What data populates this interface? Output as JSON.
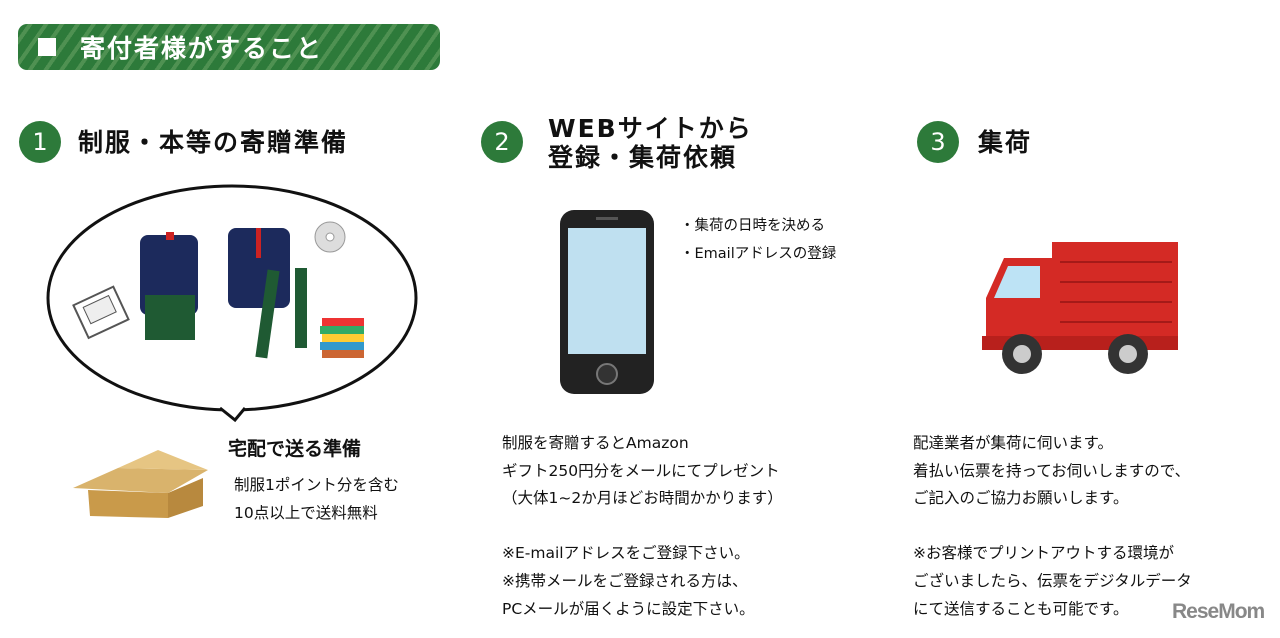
{
  "banner": {
    "title": "寄付者様がすること"
  },
  "steps": [
    {
      "number": "1",
      "title": "制服・本等の寄贈準備",
      "sub_title": "宅配で送る準備",
      "sub_lines": [
        "制服1ポイント分を含む",
        "10点以上で送料無料"
      ]
    },
    {
      "number": "2",
      "title_lines": [
        "WEBサイトから",
        "登録・集荷依頼"
      ],
      "bullets": [
        "・集荷の日時を決める",
        "・Emailアドレスの登録"
      ],
      "lines": [
        "制服を寄贈するとAmazon",
        "ギフト250円分をメールにてプレゼント",
        "（大体1~2か月ほどお時間かかります）",
        "",
        "※E-mailアドレスをご登録下さい。",
        "※携帯メールをご登録される方は、",
        "PCメールが届くように設定下さい。"
      ]
    },
    {
      "number": "3",
      "title": "集荷",
      "lines": [
        "配達業者が集荷に伺います。",
        "着払い伝票を持ってお伺いしますので、",
        "ご記入のご協力お願いします。",
        "",
        "※お客様でプリントアウトする環境が",
        "ございましたら、伝票をデジタルデータ",
        "にて送信することも可能です。"
      ]
    }
  ],
  "watermark": "ReseMom",
  "colors": {
    "green": "#2d7a3a",
    "truck_red": "#d42a25"
  }
}
